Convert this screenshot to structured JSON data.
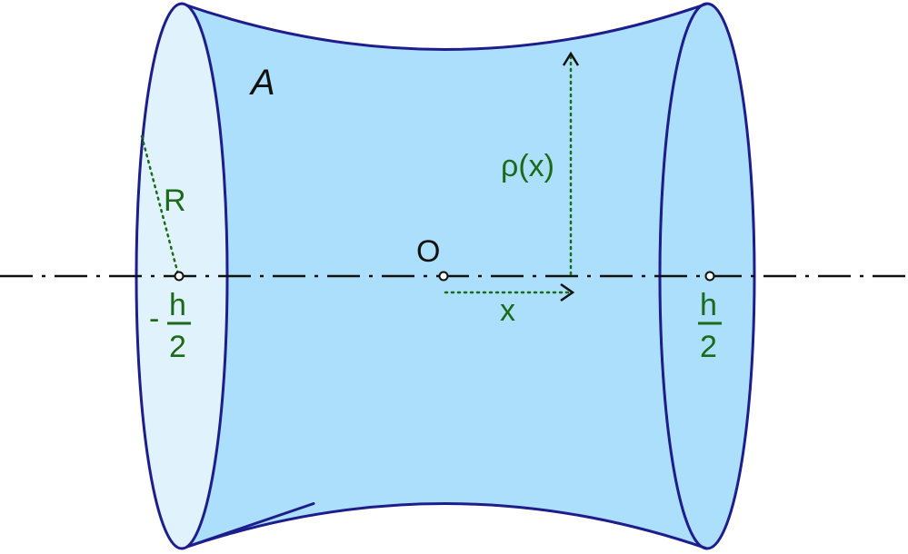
{
  "labels": {
    "surface": "A",
    "origin": "O",
    "radius": "R",
    "profile": "ρ(x)",
    "coordinate": "x",
    "left_end_sign": "-",
    "left_end_numerator": "h",
    "left_end_denominator": "2",
    "right_end_numerator": "h",
    "right_end_denominator": "2"
  },
  "colors": {
    "surface_fill": "#abdffb",
    "left_cap_fill": "#e0f3fc",
    "outline": "#1d1d8c",
    "annotation": "#1a6a1a",
    "axis": "#111111"
  }
}
